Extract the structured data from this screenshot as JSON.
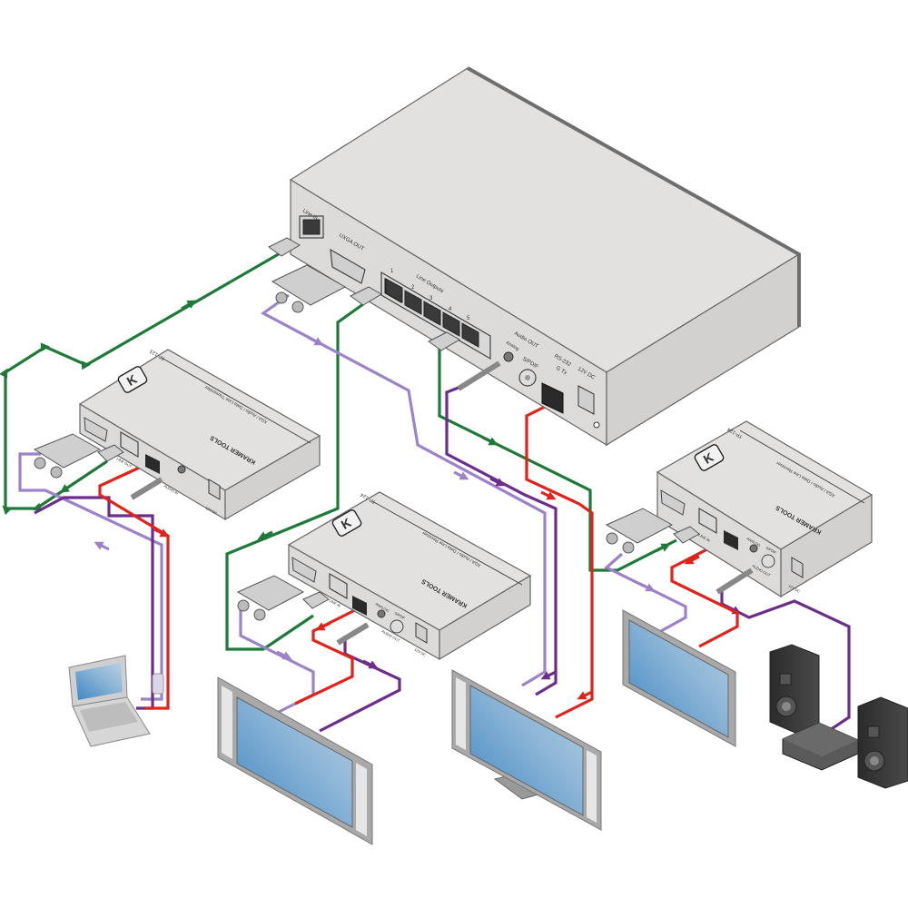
{
  "colors": {
    "twisted_pair": "#1f7a3a",
    "vga": "#9c82c9",
    "audio": "#6d2d8a",
    "rs232": "#e0231b",
    "device_body": "#e2e1e0",
    "screen": "#6ea3cf"
  },
  "main_unit": {
    "labels": {
      "line_in": "Line In",
      "uxga_out": "UXGA OUT",
      "line_outputs": "Line Outputs",
      "output_numbers": [
        "1",
        "2",
        "3",
        "4",
        "5"
      ],
      "audio_out": "Audio OUT",
      "analog": "Analog",
      "spdif": "S/PDIF",
      "rs232": "RS-232",
      "g_tx": "G Tx",
      "power": "12V DC"
    }
  },
  "transmitter": {
    "model": "TP-123",
    "description": "XGA / Audio / Data Line Transmitter",
    "brand": "KRAMER TOOLS",
    "line_out": "LINE OUT",
    "audio_in": "AUDIO IN",
    "power": "12V DC"
  },
  "receivers": [
    {
      "model": "TP-124",
      "description": "XGA / Audio / Data Line Receiver",
      "brand": "KRAMER TOOLS",
      "line_in": "LINE IN",
      "analog": "ANALOG",
      "spdif": "S/PDIF",
      "audio_out": "AUDIO OUT",
      "power": "12V DC"
    },
    {
      "model": "TP-124",
      "description": "XGA / Audio / Data Line Receiver",
      "brand": "KRAMER TOOLS",
      "line_in": "LINE IN",
      "analog": "ANALOG",
      "spdif": "S/PDIF",
      "audio_out": "AUDIO OUT",
      "power": "12V DC"
    }
  ],
  "endpoints": {
    "laptop": "Laptop",
    "displays": [
      "Display 1",
      "Display 2",
      "Display 3"
    ],
    "audio_system": "Amplifier with speakers"
  }
}
